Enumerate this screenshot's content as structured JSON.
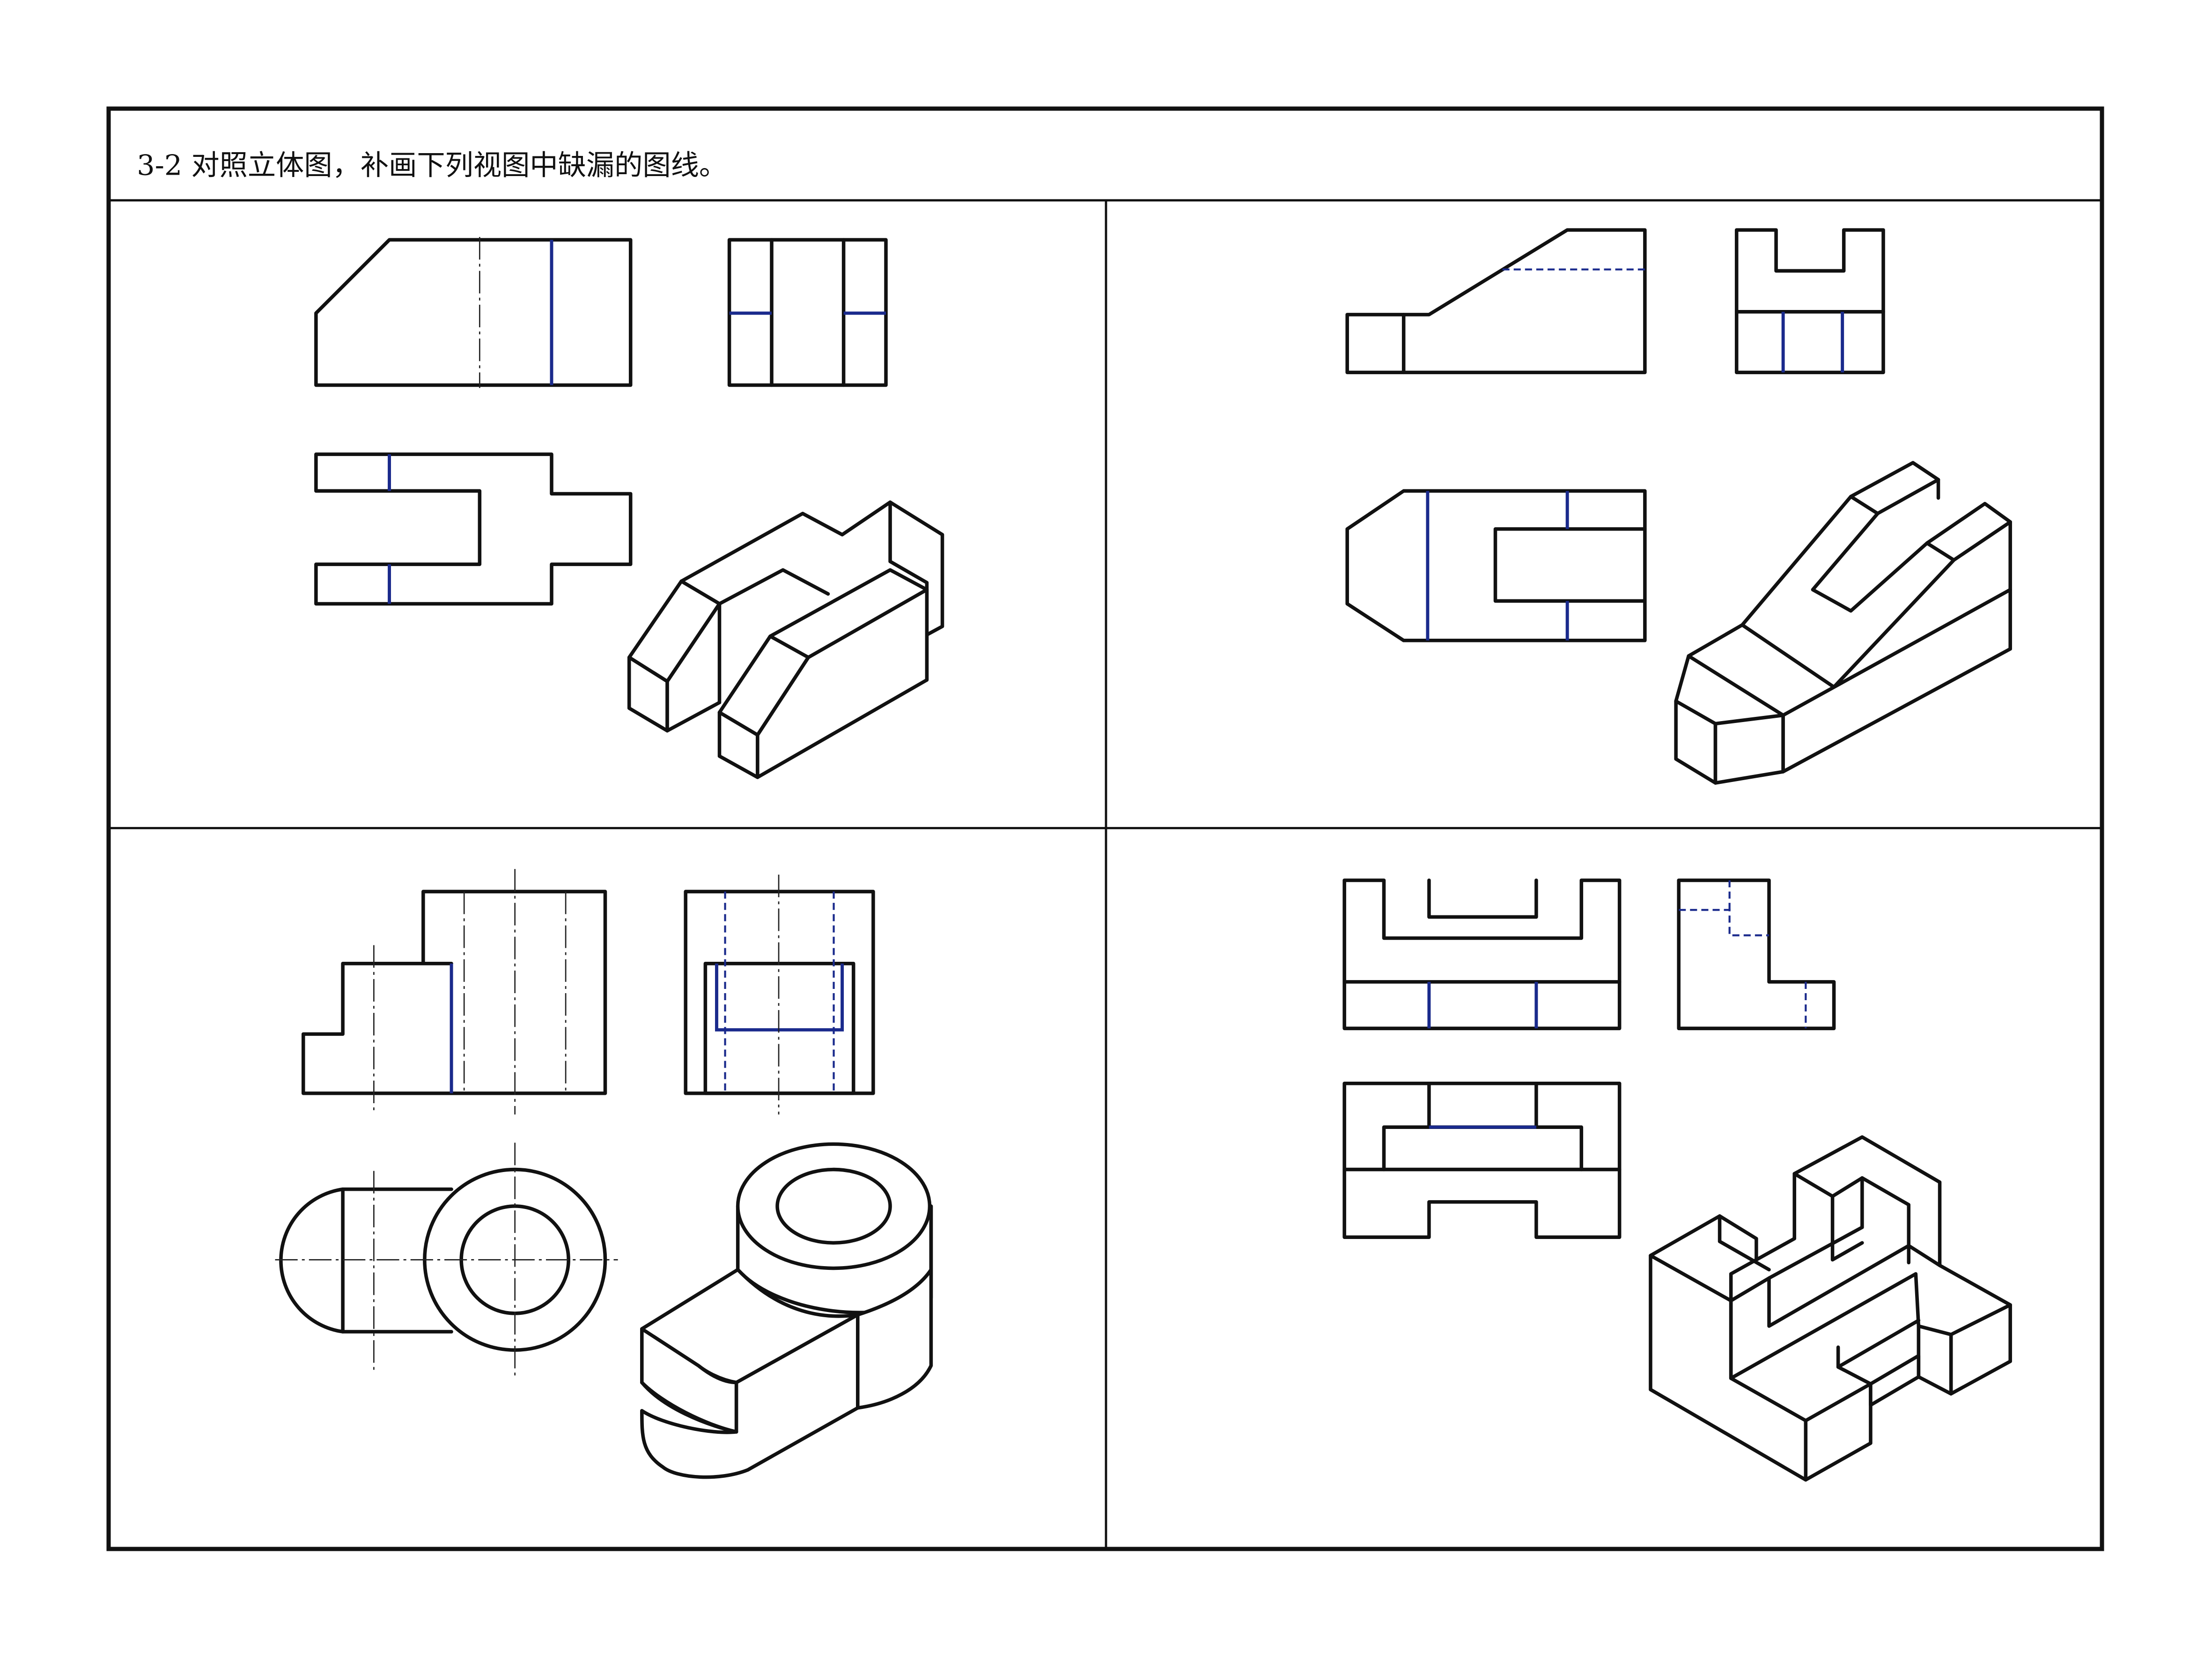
{
  "sheet": {
    "title": "3-2 对照立体图，补画下列视图中缺漏的图线。"
  },
  "colors": {
    "outline": "#111111",
    "added_lines": "#1a2a8c",
    "background": "#ffffff"
  },
  "exercises": [
    {
      "id": "q1",
      "views": [
        "front-view",
        "side-view",
        "top-view",
        "isometric-view"
      ]
    },
    {
      "id": "q2",
      "views": [
        "front-view",
        "side-view",
        "top-view",
        "isometric-view"
      ]
    },
    {
      "id": "q3",
      "views": [
        "front-view",
        "side-view",
        "top-view",
        "isometric-view"
      ]
    },
    {
      "id": "q4",
      "views": [
        "front-view",
        "side-view",
        "top-view",
        "isometric-view"
      ]
    }
  ]
}
